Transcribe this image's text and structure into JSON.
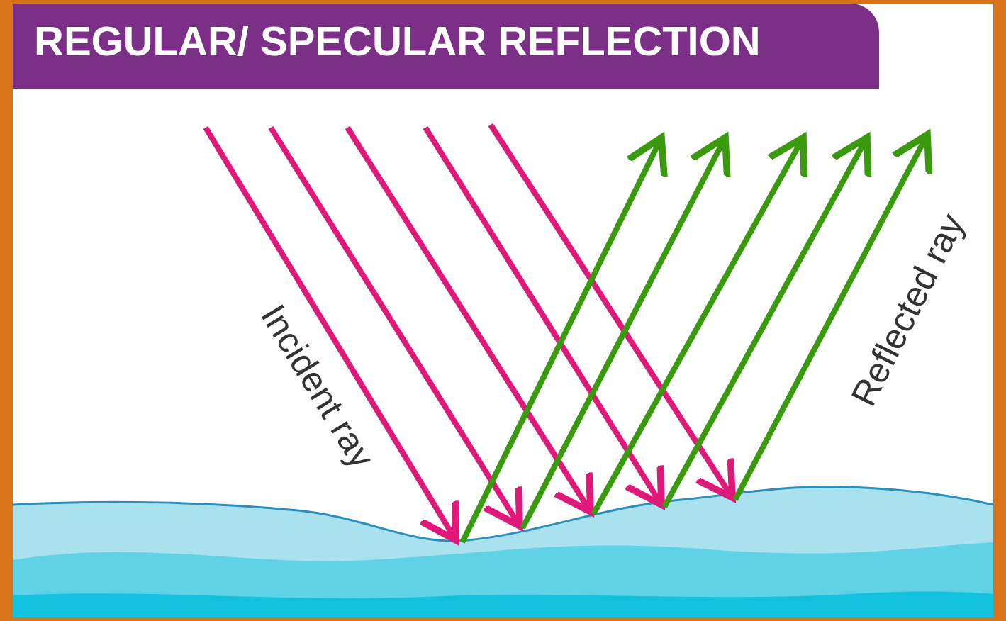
{
  "diagram": {
    "title": "REGULAR/ SPECULAR REFLECTION",
    "labels": [
      "Incident ray",
      "Reflected ray"
    ]
  }
}
